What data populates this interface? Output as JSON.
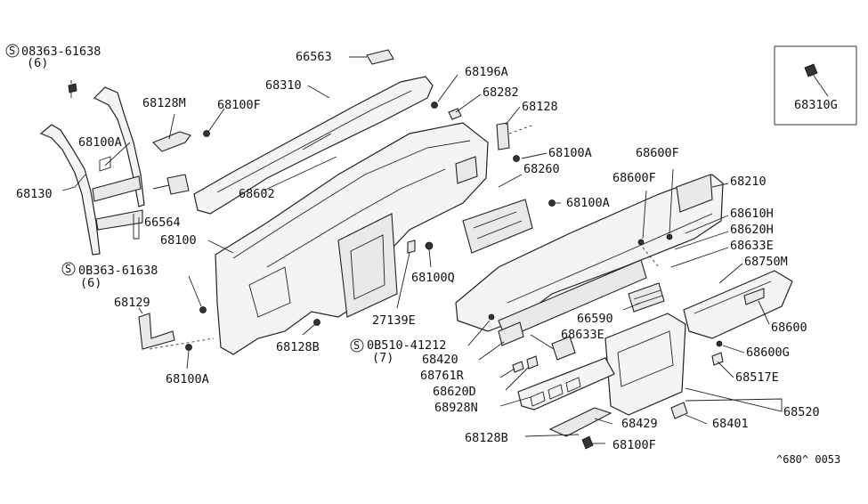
{
  "labels": {
    "s1": "08363-61638",
    "s1q": "(6)",
    "p68130": "68130",
    "p68100A_l": "68100A",
    "p68128M": "68128M",
    "p68100F_t": "68100F",
    "p66563": "66563",
    "p68310": "68310",
    "p68196A": "68196A",
    "p68282": "68282",
    "p68128": "68128",
    "p68100A_m": "68100A",
    "p68260": "68260",
    "p68100A_r": "68100A",
    "p68602": "68602",
    "p66564": "66564",
    "p68100": "68100",
    "s2": "0B363-61638",
    "s2q": "(6)",
    "p68129": "68129",
    "p68100A_b": "68100A",
    "p68128B_l": "68128B",
    "p27139E": "27139E",
    "p68100Q": "68100Q",
    "s3": "0B510-41212",
    "s3q": "(7)",
    "p68600F_1": "68600F",
    "p68600F_2": "68600F",
    "p68210": "68210",
    "p68610H": "68610H",
    "p68620H": "68620H",
    "p68633E_r": "68633E",
    "p68750M": "68750M",
    "p68600": "68600",
    "p66590": "66590",
    "p68633E_m": "68633E",
    "p68420": "68420",
    "p68761R": "68761R",
    "p68620D": "68620D",
    "p68928N": "68928N",
    "p68600G": "68600G",
    "p68517E": "68517E",
    "p68520": "68520",
    "p68429": "68429",
    "p68401": "68401",
    "p68128B_r": "68128B",
    "p68100F_b": "68100F",
    "p68310G": "68310G",
    "footer": "^680^ 0053",
    "circle_s": "S"
  }
}
